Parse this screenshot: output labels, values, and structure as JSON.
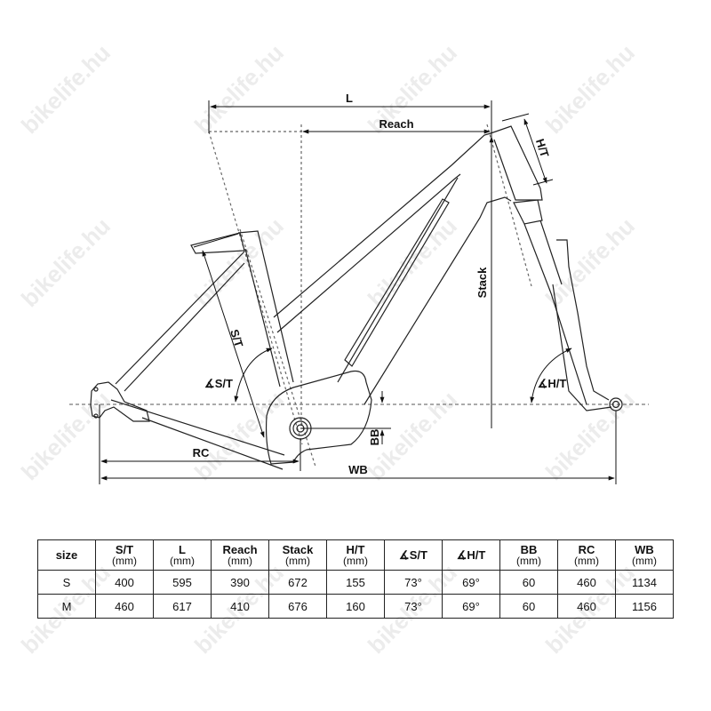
{
  "watermark": "bikelife.hu",
  "diagram": {
    "labels": {
      "L": "L",
      "reach": "Reach",
      "ht": "H/T",
      "stack": "Stack",
      "st": "S/T",
      "st_angle": "∡S/T",
      "ht_angle": "∡H/T",
      "bb": "BB",
      "rc": "RC",
      "wb": "WB"
    }
  },
  "table": {
    "columns": [
      {
        "label": "size",
        "unit": ""
      },
      {
        "label": "S/T",
        "unit": "(mm)"
      },
      {
        "label": "L",
        "unit": "(mm)"
      },
      {
        "label": "Reach",
        "unit": "(mm)"
      },
      {
        "label": "Stack",
        "unit": "(mm)"
      },
      {
        "label": "H/T",
        "unit": "(mm)"
      },
      {
        "label": "∡S/T",
        "unit": ""
      },
      {
        "label": "∡H/T",
        "unit": ""
      },
      {
        "label": "BB",
        "unit": "(mm)"
      },
      {
        "label": "RC",
        "unit": "(mm)"
      },
      {
        "label": "WB",
        "unit": "(mm)"
      }
    ],
    "rows": [
      [
        "S",
        "400",
        "595",
        "390",
        "672",
        "155",
        "73°",
        "69°",
        "60",
        "460",
        "1134"
      ],
      [
        "M",
        "460",
        "617",
        "410",
        "676",
        "160",
        "73°",
        "69°",
        "60",
        "460",
        "1156"
      ]
    ]
  }
}
